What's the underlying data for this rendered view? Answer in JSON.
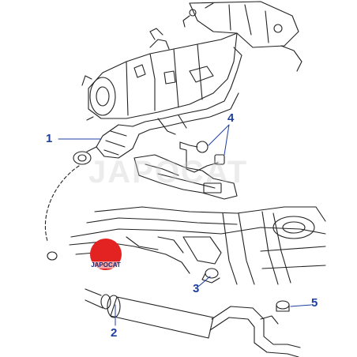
{
  "callouts": {
    "c1": "1",
    "c2": "2",
    "c3": "3",
    "c4": "4",
    "c5": "5"
  },
  "watermark": "JAPOCAT",
  "logo": "JAPOCAT",
  "colors": {
    "callout": "#1f3f9f",
    "line": "#222222",
    "logo": "#e32222"
  }
}
